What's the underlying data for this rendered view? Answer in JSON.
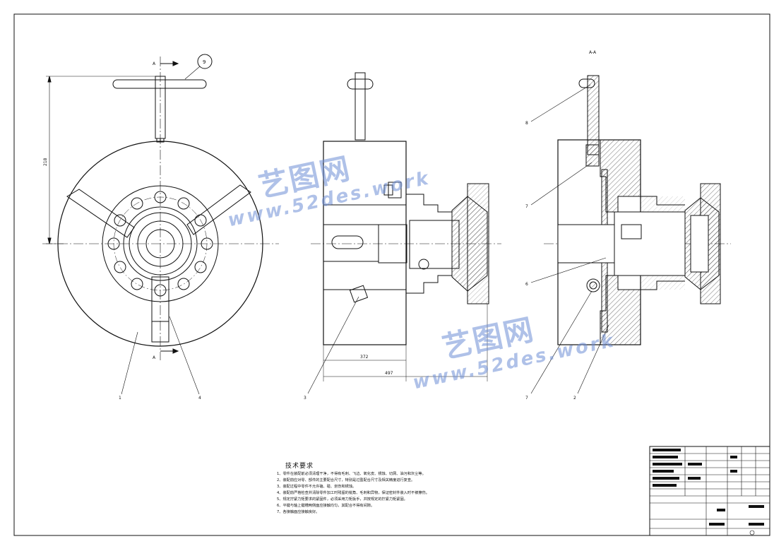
{
  "drawing": {
    "section_title": "A-A",
    "section_marker_letter": "A",
    "balloons": {
      "front_handle": "9",
      "front_body": "1",
      "front_jaw": "4",
      "side_body": "3",
      "section_top": "8",
      "section_upper": "7",
      "section_mid": "6",
      "section_bottom_left": "7",
      "section_bottom_right": "2"
    },
    "dimensions": {
      "height": "218",
      "side_inner": "372",
      "side_overall": "497"
    }
  },
  "watermark": {
    "brand": "艺图网",
    "url": "www.52des.work"
  },
  "notes": {
    "title": "技术要求",
    "items": [
      "1、零件在装配前必须清理干净，不得有毛刺、飞边、氧化皮、锈蚀、切屑、油污和灰尘等。",
      "2、装配前应对零、部件的主要配合尺寸，特别是过盈配合尺寸及相关精度进行复查。",
      "3、装配过程中零件不允许磕、碰、划伤和锈蚀。",
      "4、装配前严格检查并清除零件加工时残留的锐角、毛刺和异物，保证密封件装入时不被擦伤。",
      "5、规定拧紧力矩要求的紧固件，必须采用力矩扳手，并按规定的拧紧力矩紧固。",
      "6、平键与轴上键槽两侧面应接触均匀，其配合不得有间隙。",
      "7、各接触面应接触良好。"
    ]
  },
  "colors": {
    "line": "#111111",
    "watermark": "#6f8fd6"
  }
}
